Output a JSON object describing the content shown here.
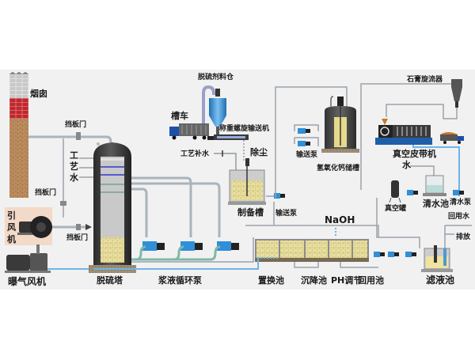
{
  "diagram": {
    "title": "",
    "labels": {
      "chimney": "烟囱",
      "damper_top": "挡板门",
      "process_water_vertical": "工艺水",
      "damper_mid": "挡板门",
      "induced_fan": "引风机",
      "damper_bottom": "挡板门",
      "aeration_fan": "曝气风机",
      "desulfurization_tower": "脱硫塔",
      "slurry_circulation_pump": "浆液循环泵",
      "desulfurizer_silo": "脱硫剂料仓",
      "tanker_truck": "槽车",
      "weighing_screw_conveyor": "称重螺旋输送机",
      "process_makeup_water": "工艺补水",
      "dust_removal": "除尘",
      "preparation_tank": "制备槽",
      "transfer_pump_1": "输送泵",
      "transfer_pump_2": "输送泵",
      "calcium_hydroxide_storage": "氢氧化钙储槽",
      "naoh": "NaOH",
      "replacement_pool": "置换池",
      "sedimentation_pool": "沉降池",
      "ph_adjustment": "PH调节",
      "reuse_pool": "回用池",
      "gypsum_cyclone": "石膏旋流器",
      "vacuum_belt_machine": "真空皮带机",
      "water": "水",
      "vacuum_tank": "真空罐",
      "clear_water_pool": "清水池",
      "clear_water_pump": "清水泵",
      "reuse_water": "回用水",
      "discharge": "排放",
      "filtrate_pool": "滤液池"
    },
    "colors": {
      "panel_bg": "#f1f1f1",
      "pipe": "#a9b4bc",
      "pump_blue": "#2f8fd8",
      "tower_dark": "#3c3c3c",
      "slurry_yellow": "#efe3a0",
      "brick_red": "#c0272d",
      "brick_tan": "#b88d5e"
    }
  }
}
